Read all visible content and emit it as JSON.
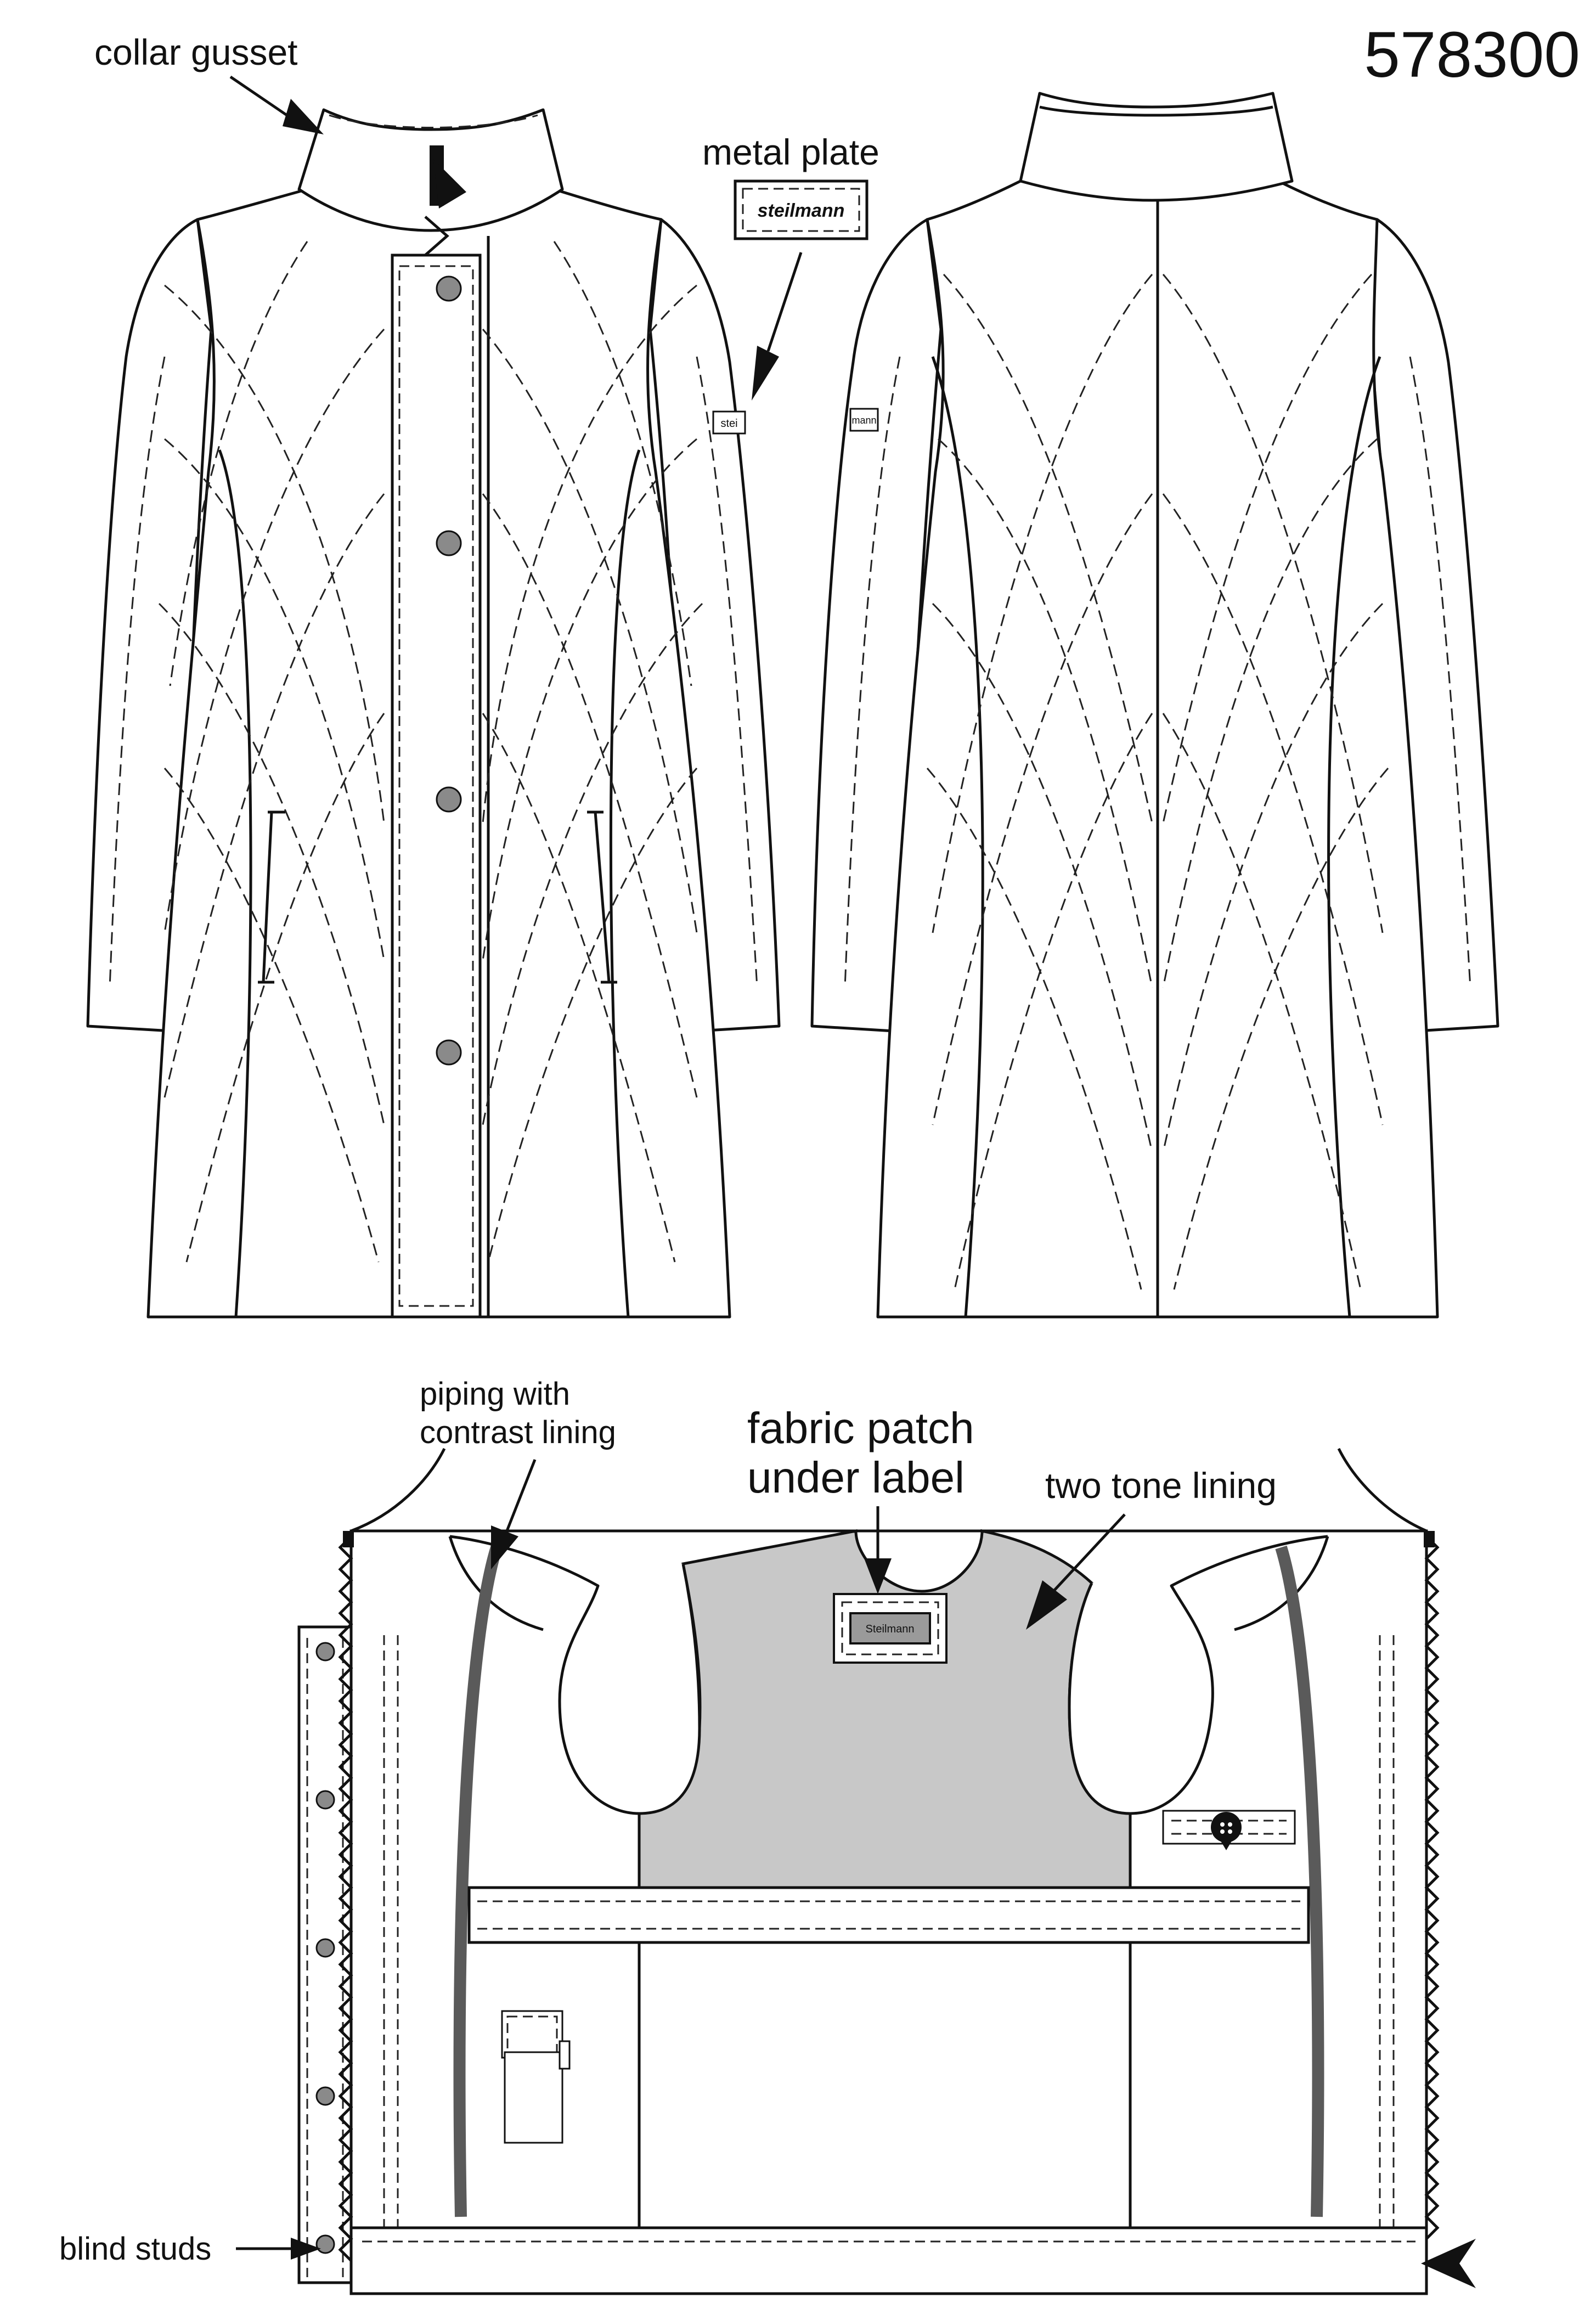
{
  "article_number": "578300",
  "labels": {
    "collar_gusset": "collar gusset",
    "metal_plate": "metal plate",
    "piping_line1": "piping with",
    "piping_line2": "contrast lining",
    "fabric_patch_line1": "fabric patch",
    "fabric_patch_line2": "under label",
    "two_tone_lining": "two tone lining",
    "blind_studs": "blind studs"
  },
  "brand": {
    "plate_text": "steilmann",
    "sleeve_text_front": "stei",
    "sleeve_text_back": "mann",
    "inner_label_text": "Steilmann"
  },
  "colors": {
    "line": "#111111",
    "button": "#8a8a8a",
    "lining_back": "#c8c8c8",
    "piping": "#5a5a5a"
  }
}
